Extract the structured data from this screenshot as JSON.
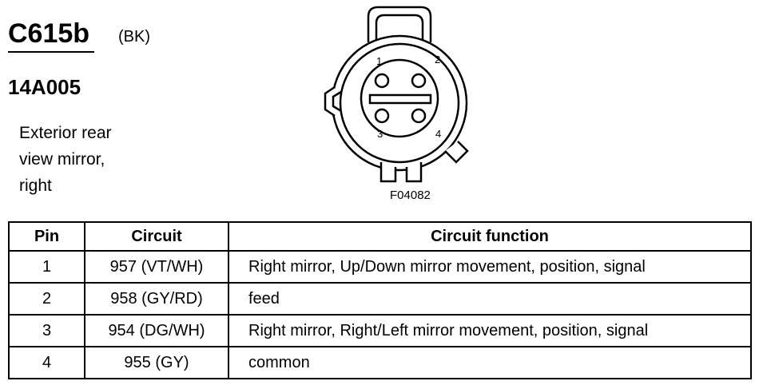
{
  "connector": {
    "id": "C615b",
    "color": "(BK)",
    "part_number": "14A005",
    "description_lines": [
      "Exterior rear",
      "view mirror,",
      "right"
    ]
  },
  "figure": {
    "label": "F04082",
    "pin_labels": [
      "1",
      "2",
      "3",
      "4"
    ]
  },
  "table": {
    "headers": [
      "Pin",
      "Circuit",
      "Circuit function"
    ],
    "rows": [
      {
        "pin": "1",
        "circuit": "957 (VT/WH)",
        "function": "Right mirror, Up/Down mirror movement, position, signal"
      },
      {
        "pin": "2",
        "circuit": "958 (GY/RD)",
        "function": "feed"
      },
      {
        "pin": "3",
        "circuit": "954 (DG/WH)",
        "function": "Right mirror, Right/Left mirror movement, position, signal"
      },
      {
        "pin": "4",
        "circuit": "955 (GY)",
        "function": "common"
      }
    ]
  }
}
